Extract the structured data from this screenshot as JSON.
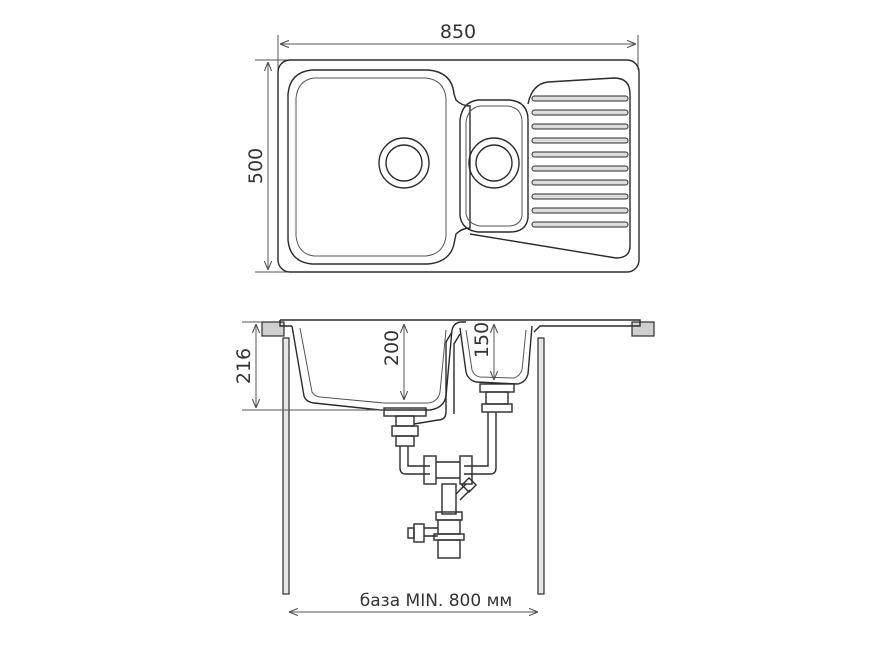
{
  "dimensions": {
    "width": "850",
    "depth": "500",
    "total_height": "216",
    "main_bowl_depth": "200",
    "small_bowl_depth": "150",
    "cabinet_base": "база MIN. 800 мм"
  },
  "colors": {
    "line": "#2b2b2b",
    "dimension": "#555555",
    "drainer_fill": "#dcdcdc"
  }
}
